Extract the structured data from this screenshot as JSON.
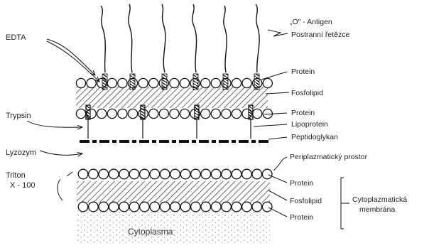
{
  "labels": {
    "o_antigen": "„O\" - Antigen",
    "side_chains": "Postranní řetězce",
    "protein_outer": "Protein",
    "phospholipid_outer": "Fosfolipid",
    "protein_inner_om": "Protein",
    "lipoprotein": "Lipoprotein",
    "peptidoglycan": "Peptidoglykan",
    "periplasm": "Periplazmatický prostor",
    "cm_protein_top": "Protein",
    "cm_phospholipid": "Fosfolipid",
    "cm_protein_bottom": "Protein",
    "cm_group": "Cytoplazmatická",
    "cm_group_2": "membrána",
    "cytoplasm": "Cytoplasma",
    "edta": "EDTA",
    "trypsin": "Trypsin",
    "lysozyme": "Lyzozym",
    "triton_1": "Triton",
    "triton_2": "X - 100"
  },
  "colors": {
    "ink": "#1a1a1a",
    "hatch": "#444444",
    "background": "#ffffff",
    "stipple": "#8a8a8a"
  }
}
